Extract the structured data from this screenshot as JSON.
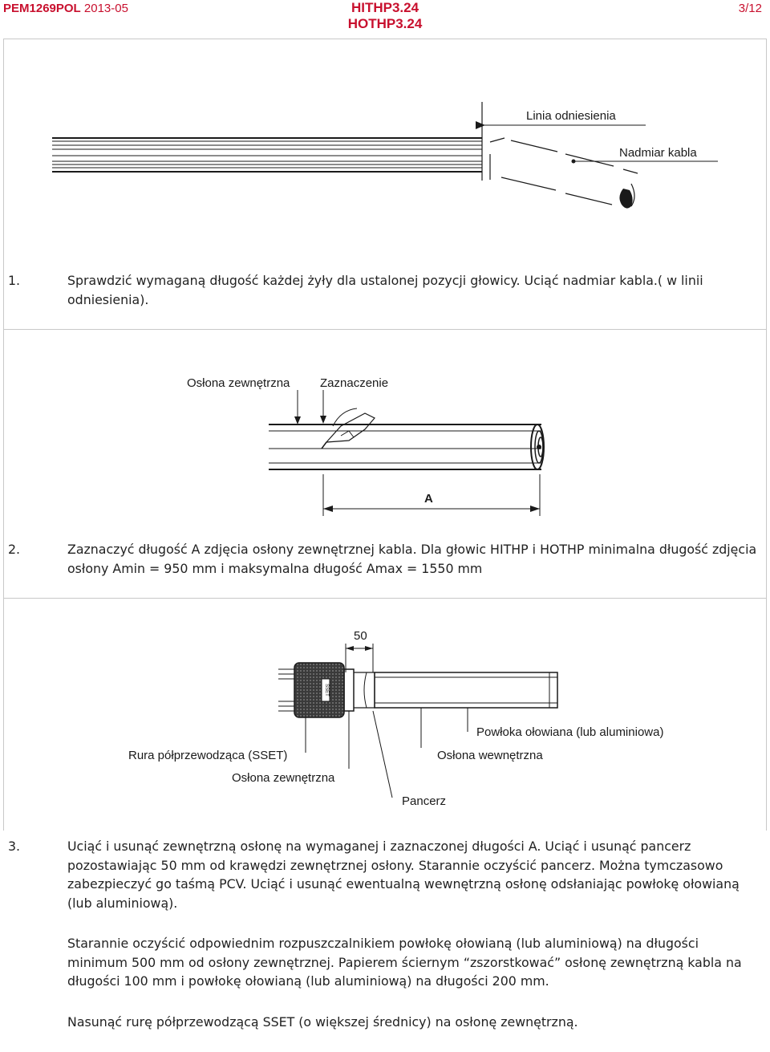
{
  "header": {
    "doc_code": "PEM1269POL",
    "doc_date": "2013-05",
    "title_line1": "HITHP3.24",
    "title_line2": "HOTHP3.24",
    "page": "3/12"
  },
  "figure1": {
    "label_reference_line": "Linia odniesienia",
    "label_excess_cable": "Nadmiar kabla"
  },
  "step1": {
    "number": "1.",
    "text": "Sprawdzić wymaganą długość każdej żyły dla ustalonej pozycji głowicy. Uciąć nadmiar kabla.( w linii odniesienia)."
  },
  "figure2": {
    "label_outer_sheath": "Osłona zewnętrzna",
    "label_marking": "Zaznaczenie",
    "label_dimension": "A"
  },
  "step2": {
    "number": "2.",
    "text": "Zaznaczyć długość A zdjęcia osłony zewnętrznej kabla. Dla głowic HITHP i HOTHP minimalna długość zdjęcia osłony Amin = 950 mm i maksymalna długość Amax = 1550 mm"
  },
  "figure3": {
    "label_dimension": "50",
    "label_sset_tag": "SSET",
    "label_lead_sheath": "Powłoka ołowiana (lub aluminiowa)",
    "label_sset_tube": "Rura półprzewodząca (SSET)",
    "label_inner_sheath": "Osłona wewnętrzna",
    "label_outer_sheath": "Osłona zewnętrzna",
    "label_armour": "Pancerz"
  },
  "step3": {
    "number": "3.",
    "text": "Uciąć i usunąć zewnętrzną osłonę na wymaganej i zaznaczonej długości A. Uciąć i  usunąć pancerz pozostawiając 50 mm od krawędzi zewnętrznej osłony. Starannie oczyścić pancerz. Można tymczasowo zabezpieczyć go taśmą PCV. Uciąć i usunąć ewentualną wewnętrzną osłonę odsłaniając powłokę ołowianą (lub aluminiową).",
    "para2": "Starannie oczyścić odpowiednim rozpuszczalnikiem powłokę ołowianą (lub aluminiową) na długości minimum 500 mm od osłony zewnętrznej. Papierem ściernym “zszorstkować” osłonę zewnętrzną kabla na długości 100 mm i powłokę ołowianą (lub aluminiową) na długości 200 mm.",
    "para3": "Nasunąć rurę półprzewodzącą SSET (o większej średnicy) na osłonę zewnętrzną."
  }
}
